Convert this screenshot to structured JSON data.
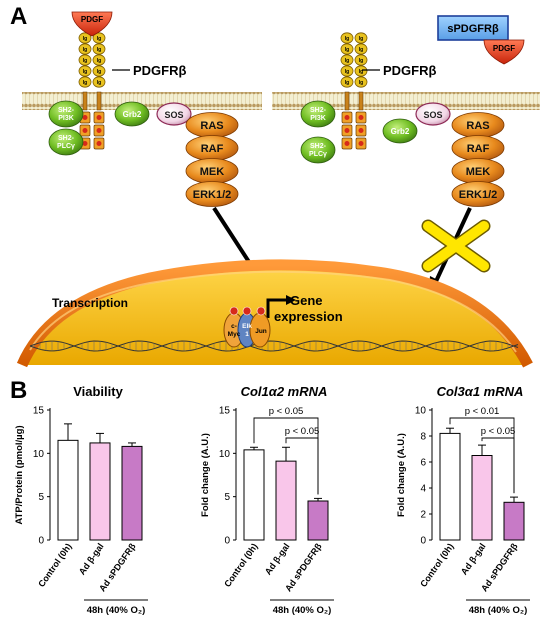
{
  "panel_a": {
    "letter": "A",
    "receptor_label": "PDGFRβ",
    "ligand_label": "PDGF",
    "soluble_receptor_label": "sPDGFRβ",
    "ig_label": "Ig",
    "sh2_pi3k": "SH2-PI3K",
    "sh2_plcg": "SH2-PLCγ",
    "grb2": "Grb2",
    "sos": "SOS",
    "cascade": [
      "RAS",
      "RAF",
      "MEK",
      "ERK1/2"
    ],
    "transcription_label": "Transcription",
    "gene_expression_label": "Gene expression",
    "tf_labels": [
      "c-Myc",
      "Elk-1",
      "Jun"
    ],
    "colors": {
      "ligand": "#e24a22",
      "receptor": "#e8b020",
      "kinase": "#e07b18",
      "adaptor": "#5aa51f",
      "nucleus": "#f3b400",
      "block": "#ffe600"
    }
  },
  "panel_b": {
    "letter": "B",
    "shared_xlabel": "48h (40% O₂)",
    "charts": [
      {
        "title": "Viability",
        "ylabel": "ATP/Protein (pmol/µg)",
        "ylim": [
          0,
          15
        ],
        "yticks": [
          0,
          5,
          10,
          15
        ],
        "categories": [
          "Control (0h)",
          "Ad β-gal",
          "Ad sPDGFRβ"
        ],
        "values": [
          11.5,
          11.2,
          10.8
        ],
        "errors": [
          1.9,
          1.1,
          0.4
        ],
        "colors": [
          "#ffffff",
          "#f9c6ea",
          "#c77ac6"
        ],
        "annotations": []
      },
      {
        "title": "Col1α2 mRNA",
        "ylabel": "Fold change (A.U.)",
        "ylim": [
          0,
          15
        ],
        "yticks": [
          0,
          5,
          10,
          15
        ],
        "categories": [
          "Control (0h)",
          "Ad β-gal",
          "Ad sPDGFRβ"
        ],
        "values": [
          10.4,
          9.1,
          4.5
        ],
        "errors": [
          0.3,
          1.6,
          0.3
        ],
        "colors": [
          "#ffffff",
          "#f9c6ea",
          "#c77ac6"
        ],
        "annotations": [
          {
            "label": "p < 0.05",
            "from": 0,
            "to": 2
          },
          {
            "label": "p < 0.05",
            "from": 1,
            "to": 2
          }
        ]
      },
      {
        "title": "Col3α1 mRNA",
        "ylabel": "Fold change (A.U.)",
        "ylim": [
          0,
          10
        ],
        "yticks": [
          0,
          2,
          4,
          6,
          8,
          10
        ],
        "categories": [
          "Control (0h)",
          "Ad β-gal",
          "Ad sPDGFRβ"
        ],
        "values": [
          8.2,
          6.5,
          2.9
        ],
        "errors": [
          0.4,
          0.8,
          0.4
        ],
        "colors": [
          "#ffffff",
          "#f9c6ea",
          "#c77ac6"
        ],
        "annotations": [
          {
            "label": "p < 0.01",
            "from": 0,
            "to": 2
          },
          {
            "label": "p < 0.05",
            "from": 1,
            "to": 2
          }
        ]
      }
    ]
  }
}
